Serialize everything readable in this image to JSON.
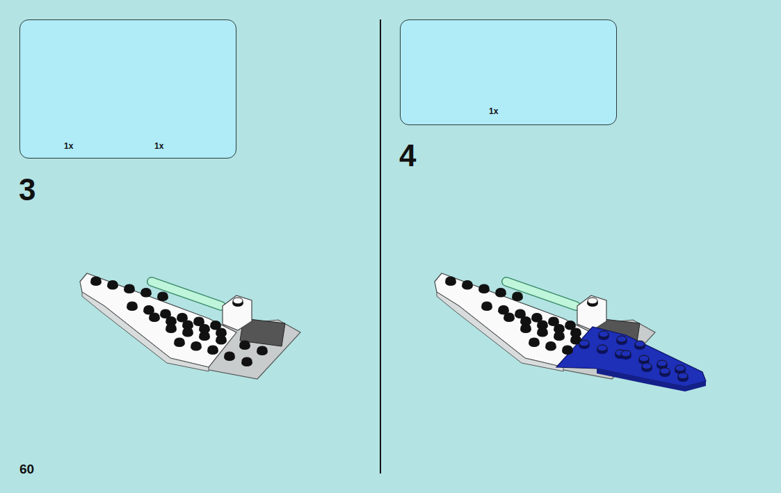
{
  "diagram": {
    "nodes": [
      {
        "text": [
          "1x",
          "1x"
        ]
      },
      {
        "text": [
          "1x"
        ]
      }
    ],
    "labels": [
      "3",
      "4",
      "60"
    ]
  }
}
